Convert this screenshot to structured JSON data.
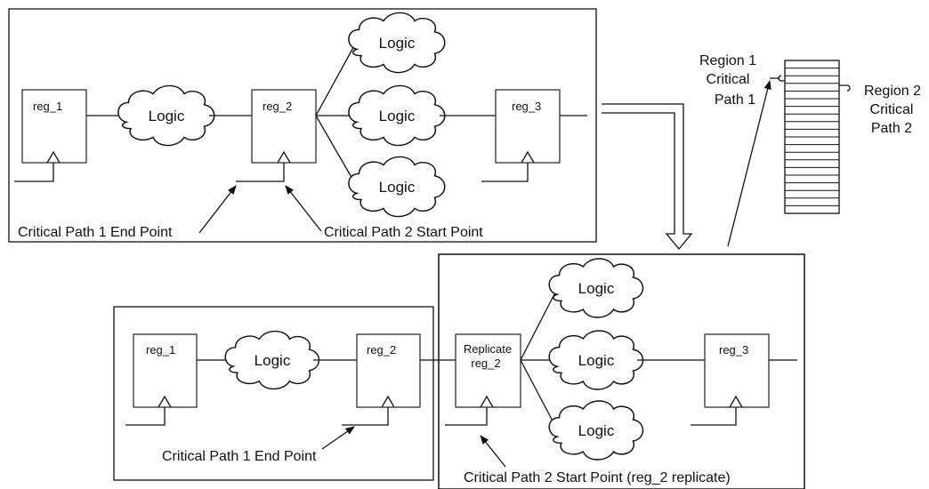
{
  "top": {
    "reg1": "reg_1",
    "reg2": "reg_2",
    "reg3": "reg_3",
    "logic_a": "Logic",
    "logic_b": "Logic",
    "logic_c": "Logic",
    "logic_d": "Logic",
    "cp1_label": "Critical Path 1 End Point",
    "cp2_label": "Critical Path 2 Start Point"
  },
  "bottom": {
    "reg1": "reg_1",
    "reg2": "reg_2",
    "reg3": "reg_3",
    "replicate_line1": "Replicate",
    "replicate_line2": "reg_2",
    "logic_a": "Logic",
    "logic_b": "Logic",
    "logic_c": "Logic",
    "logic_d": "Logic",
    "cp1_label": "Critical Path 1 End Point",
    "cp2_label": "Critical Path 2 Start Point (reg_2 replicate)"
  },
  "regions": {
    "region1_line1": "Region 1",
    "region1_line2": "Critical",
    "region1_line3": "Path 1",
    "region2_line1": "Region 2",
    "region2_line2": "Critical",
    "region2_line3": "Path 2"
  }
}
